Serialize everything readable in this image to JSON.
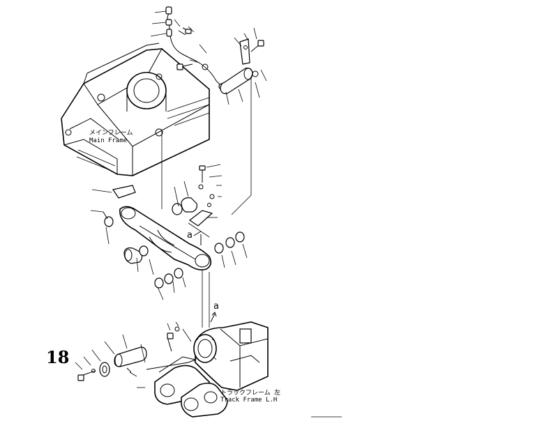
{
  "page": {
    "number": "18"
  },
  "labels": {
    "main_frame_jp": "メインフレーム",
    "main_frame_en": "Main Frame",
    "track_frame_jp": "トラックフレーム 左",
    "track_frame_en": "Track Frame L.H",
    "ref_upper": "a",
    "ref_lower": "a"
  }
}
